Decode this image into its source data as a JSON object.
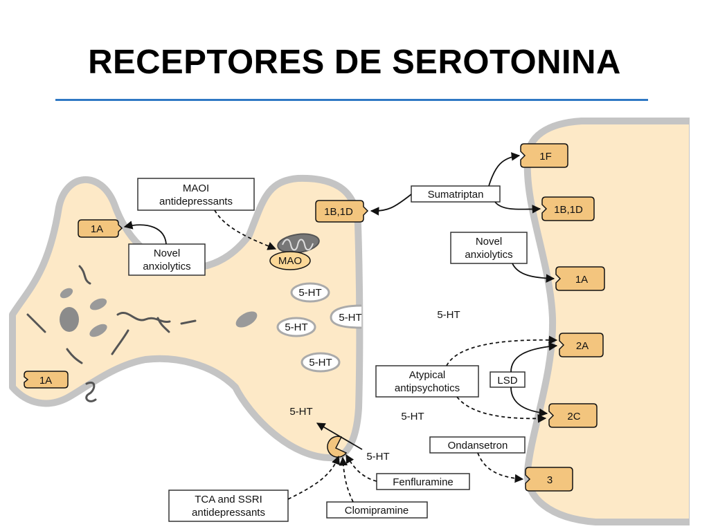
{
  "title": "RECEPTORES DE SEROTONINA",
  "colors": {
    "cell_fill": "#fde9c7",
    "membrane": "#c4c4c4",
    "receptor_fill": "#f3c57e",
    "accent_rule": "#2f78c4"
  },
  "receptors": {
    "r1a_left_top": "1A",
    "r1a_left_bottom": "1A",
    "r1b1d_pre": "1B,1D",
    "r1f": "1F",
    "r1b1d_post": "1B,1D",
    "r1a_post": "1A",
    "r2a": "2A",
    "r2c": "2C",
    "r3": "3"
  },
  "drugs": {
    "maoi_line1": "MAOI",
    "maoi_line2": "antidepressants",
    "novel_left_line1": "Novel",
    "novel_left_line2": "anxiolytics",
    "sumatriptan": "Sumatriptan",
    "novel_right_line1": "Novel",
    "novel_right_line2": "anxiolytics",
    "atypical_line1": "Atypical",
    "atypical_line2": "antipsychotics",
    "lsd": "LSD",
    "ondansetron": "Ondansetron",
    "fenfluramine": "Fenfluramine",
    "clomipramine": "Clomipramine",
    "tca_line1": "TCA and SSRI",
    "tca_line2": "antidepressants"
  },
  "labels": {
    "mao": "MAO",
    "vesicle1": "5-HT",
    "vesicle2": "5-HT",
    "vesicle3": "5-HT",
    "release": "5-HT",
    "cleft1": "5-HT",
    "cleft2": "5-HT",
    "inside": "5-HT",
    "reuptake": "5-HT"
  }
}
